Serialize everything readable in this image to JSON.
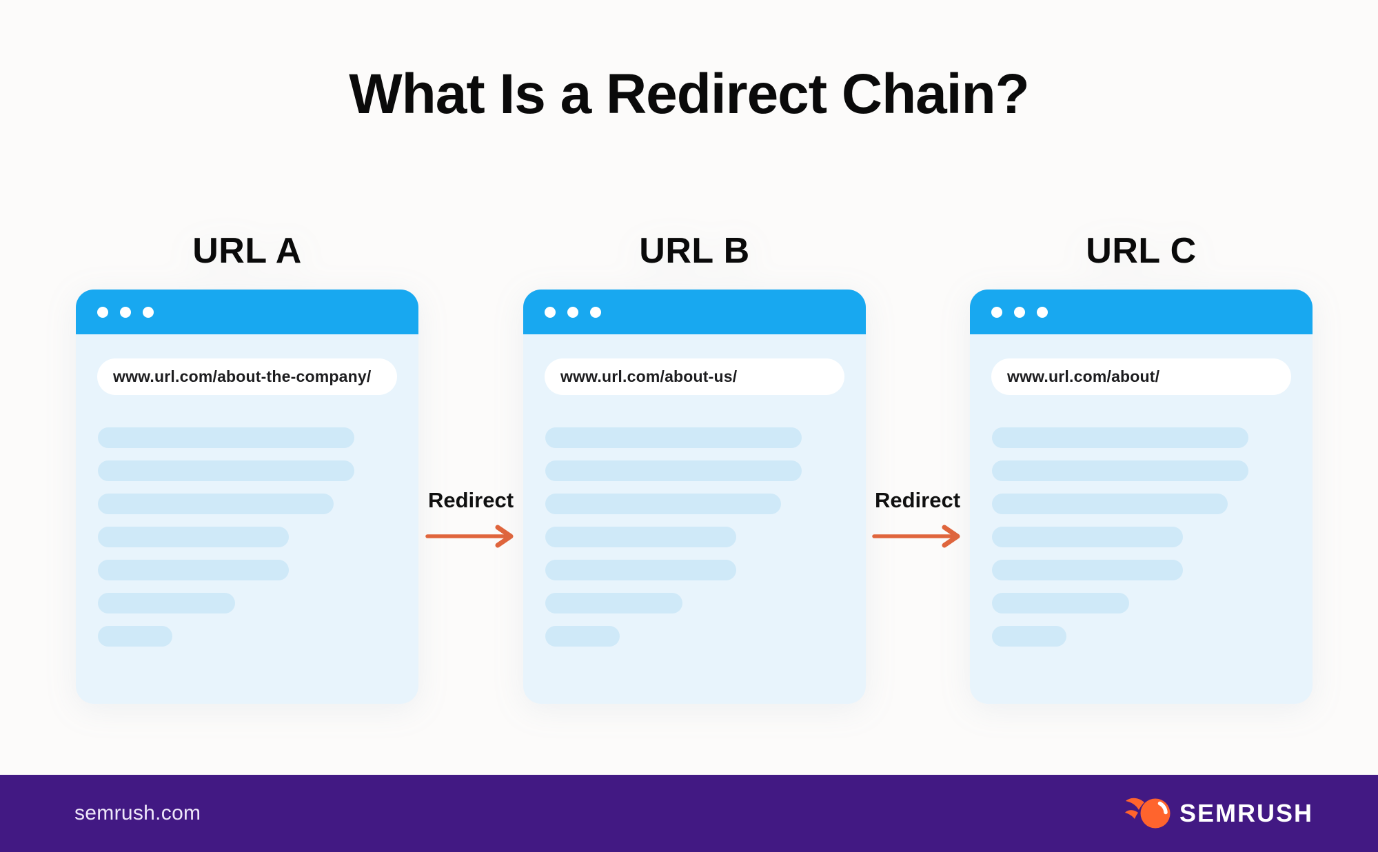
{
  "title": "What Is a Redirect Chain?",
  "windows": [
    {
      "label": "URL A",
      "url": "www.url.com/about-the-company/"
    },
    {
      "label": "URL B",
      "url": "www.url.com/about-us/"
    },
    {
      "label": "URL C",
      "url": "www.url.com/about/"
    }
  ],
  "connectors": [
    {
      "label": "Redirect"
    },
    {
      "label": "Redirect"
    }
  ],
  "placeholder_line_widths_pct": [
    86,
    86,
    79,
    64,
    64,
    46,
    25
  ],
  "footer": {
    "site": "semrush.com",
    "brand": "SEMRUSH"
  },
  "colors": {
    "titlebar_blue": "#18a8f0",
    "window_body_blue": "#e8f4fc",
    "placeholder_blue": "#cfe9f8",
    "arrow_orange": "#e0653c",
    "footer_purple": "#421983",
    "logo_orange": "#ff642d",
    "text_black": "#0a0a0a",
    "background": "#fcfbfa"
  }
}
